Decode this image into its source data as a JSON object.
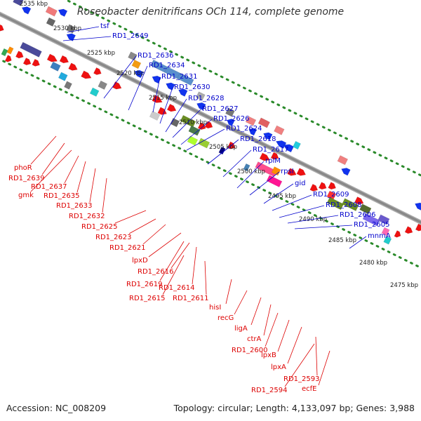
{
  "title": "Roseobacter denitrificans OCh 114, complete genome",
  "footer": {
    "accession": "Accession: NC_008209",
    "summary": "Topology: circular; Length: 4,133,097 bp; Genes: 3,988"
  },
  "colors": {
    "backbone": "#888888",
    "dots": "#2a8a2a",
    "forward_gene": "#ee1111",
    "reverse_gene": "#1133ee",
    "forward_label": "#dd0000",
    "reverse_label": "#0000cc"
  },
  "ticks": [
    "2535 kbp",
    "2530 kbp",
    "2525 kbp",
    "2520 kbp",
    "2515 kbp",
    "2510 kbp",
    "2505 kbp",
    "2500 kbp",
    "2495 kbp",
    "2490 kbp",
    "2485 kbp",
    "2480 kbp",
    "2475 kbp"
  ],
  "reverse_labels": [
    "tsf",
    "RD1_2649",
    "RD1_2636",
    "RD1_2634",
    "RD1_2631",
    "RD1_2630",
    "RD1_2628",
    "RD1_2627",
    "RD1_2626",
    "RD1_2624",
    "RD1_2618",
    "RD1_2617",
    "rplM",
    "rpsI",
    "gid",
    "RD1_2609",
    "RD1_2608",
    "RD1_2606",
    "RD1_2605",
    "mnmA"
  ],
  "forward_labels": [
    "phoR",
    "RD1_2639",
    "gmk",
    "RD1_2637",
    "RD1_2635",
    "RD1_2633",
    "RD1_2632",
    "RD1_2625",
    "RD1_2623",
    "RD1_2621",
    "lpxD",
    "RD1_2616",
    "RD1_2619",
    "RD1_2614",
    "RD1_2615",
    "RD1_2611",
    "hisI",
    "recG",
    "ligA",
    "ctrA",
    "RD1_2600",
    "lpxB",
    "lpxA",
    "RD1_2593",
    "RD1_2594",
    "ecfE"
  ]
}
